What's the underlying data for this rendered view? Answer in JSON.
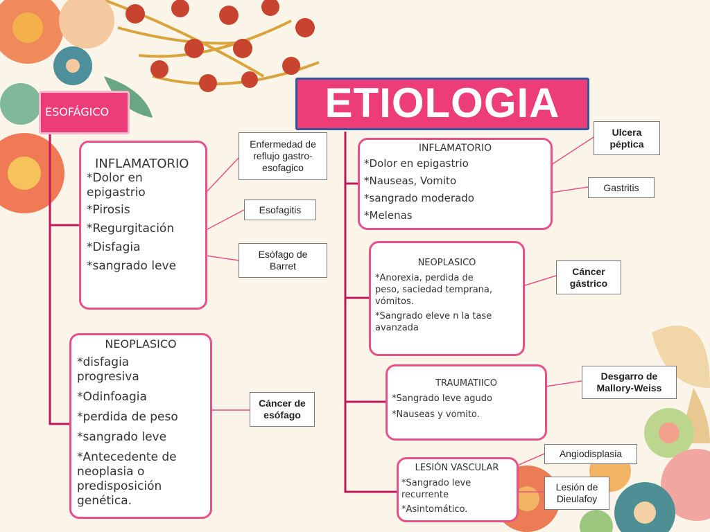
{
  "title": "ETIOLOGIA",
  "left": {
    "category": "ESOFÁGICO",
    "inflamatorio": {
      "heading": "INFLAMATORIO",
      "items": [
        "*Dolor en",
        "epigastrio",
        "*Pirosis",
        "*Regurgitación",
        "*Disfagia",
        "*sangrado leve"
      ]
    },
    "neoplasico": {
      "heading": "NEOPLASICO",
      "items": [
        "*disfagia",
        "progresiva",
        "*Odinfoagia",
        "*perdida de peso",
        "*sangrado leve",
        "*Antecedente de",
        "neoplasia o",
        "predisposición",
        "genética."
      ]
    },
    "labels": {
      "erge": [
        "Enfermedad de",
        "reflujo gastro-",
        "esofagico"
      ],
      "esofagitis": "Esofagitis",
      "barret": [
        "Esófago de",
        "Barret"
      ],
      "cancer_esofago": [
        "Cáncer de",
        "esófago"
      ]
    }
  },
  "right": {
    "inflamatorio": {
      "heading": "INFLAMATORIO",
      "items": [
        "*Dolor en epigastrio",
        "*Nauseas, Vomito",
        "*sangrado moderado",
        "*Melenas"
      ]
    },
    "neoplasico": {
      "heading": "NEOPLASICO",
      "items": [
        "*Anorexia, perdida de",
        "peso, saciedad temprana,",
        "vómitos.",
        "*Sangrado eleve n la tase",
        "avanzada"
      ]
    },
    "traumatico": {
      "heading": "TRAUMATIICO",
      "items": [
        "*Sangrado leve agudo",
        "*Nauseas y vomito."
      ]
    },
    "vascular": {
      "heading": "LESIÓN VASCULAR",
      "items": [
        "*Sangrado leve",
        "recurrente",
        "*Asintomático."
      ]
    },
    "labels": {
      "ulcera": [
        "Ulcera",
        "péptica"
      ],
      "gastritis": "Gastritis",
      "cancer_gastrico": [
        "Cáncer",
        "gástrico"
      ],
      "mallory": [
        "Desgarro de",
        "Mallory-Weiss"
      ],
      "angiodisplasia": "Angiodisplasia",
      "dieulafoy": [
        "Lesión de",
        "Dieulafoy"
      ]
    }
  }
}
